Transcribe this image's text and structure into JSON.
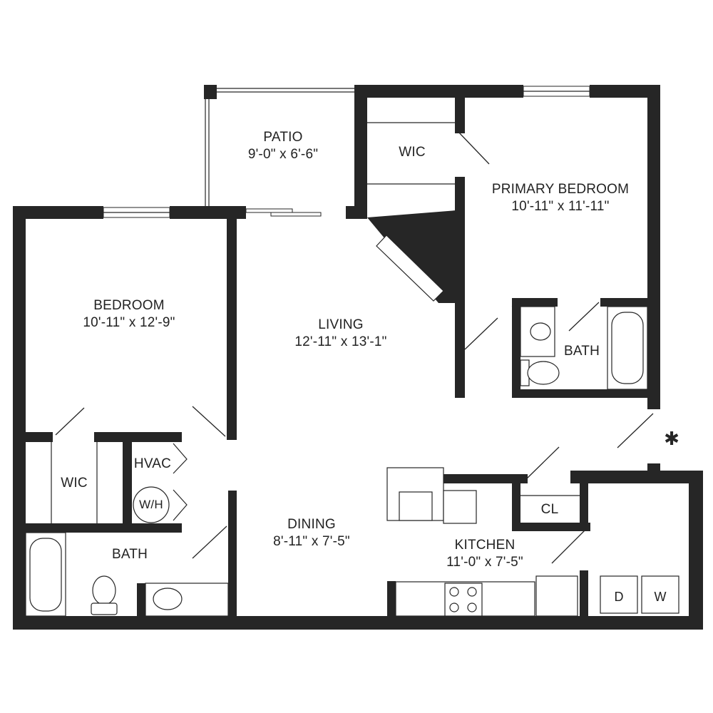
{
  "rooms": {
    "patio": {
      "name": "PATIO",
      "dims": "9'-0\" x 6'-6\""
    },
    "wic_primary": {
      "name": "WIC"
    },
    "primary_bedroom": {
      "name": "PRIMARY BEDROOM",
      "dims": "10'-11\" x 11'-11\""
    },
    "bedroom": {
      "name": "BEDROOM",
      "dims": "10'-11\" x 12'-9\""
    },
    "living": {
      "name": "LIVING",
      "dims": "12'-11\" x 13'-1\""
    },
    "bath_primary": {
      "name": "BATH"
    },
    "wic_bedroom": {
      "name": "WIC"
    },
    "hvac": {
      "name": "HVAC"
    },
    "water_heater": {
      "name": "W/H"
    },
    "bath_main": {
      "name": "BATH"
    },
    "dining": {
      "name": "DINING",
      "dims": "8'-11\" x 7'-5\""
    },
    "closet": {
      "name": "CL"
    },
    "kitchen": {
      "name": "KITCHEN",
      "dims": "11'-0\" x 7'-5\""
    }
  },
  "appliances": {
    "dryer": "D",
    "washer": "W"
  },
  "symbols": {
    "entry_marker": "✱"
  },
  "colors": {
    "wall": "#262626",
    "background": "#ffffff"
  }
}
